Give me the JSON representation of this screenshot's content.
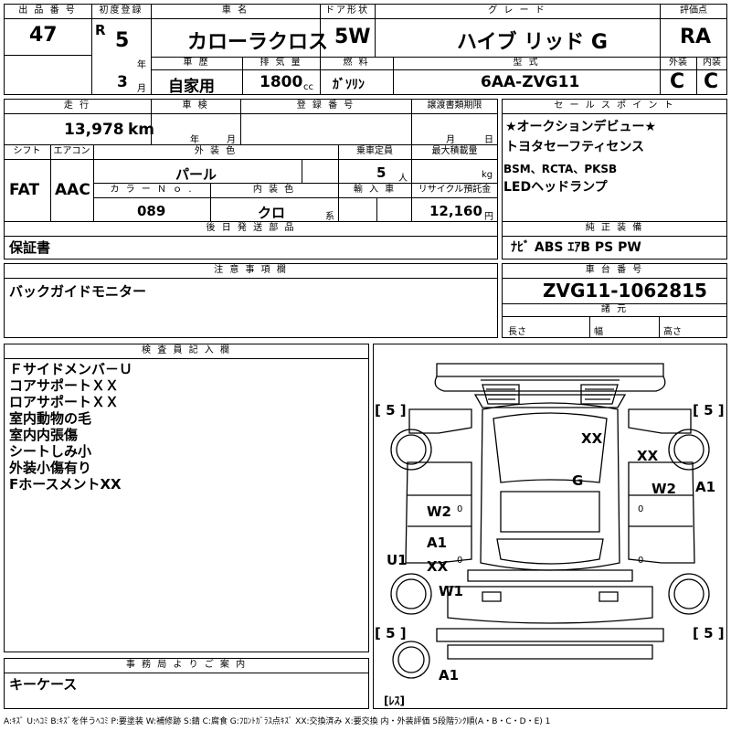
{
  "row1": {
    "lot_no_label": "出 品 番 号",
    "lot_no": "47",
    "first_reg_label": "初度登録",
    "era": "R",
    "reg_year": "5",
    "year_unit": "年",
    "reg_month": "3",
    "month_unit": "月",
    "car_name_label": "車 名",
    "car_name": "カローラクロス",
    "door_label": "ドア形状",
    "door": "5W",
    "grade_label": "グ レ ー ド",
    "grade": "ハイブ リッド G",
    "score_label": "評価点",
    "score": "RA",
    "history_label": "車 歴",
    "history": "自家用",
    "displacement_label": "排 気 量",
    "displacement": "1800",
    "cc_unit": "cc",
    "fuel_label": "燃 料",
    "fuel": "ｶﾞｿﾘﾝ",
    "model_label": "型 式",
    "model": "6AA-ZVG11",
    "exterior_label": "外装",
    "exterior": "C",
    "interior_label": "内装",
    "interior": "C"
  },
  "row2": {
    "mileage_label": "走 行",
    "mileage": "13,978",
    "km_unit": "km",
    "inspection_label": "車 検",
    "insp_year_unit": "年",
    "insp_month_unit": "月",
    "reg_no_label": "登 録 番 号",
    "deadline_label": "譲渡書類期限",
    "deadline_month_unit": "月",
    "deadline_day_unit": "日",
    "shift_label": "シフト",
    "shift": "FAT",
    "ac_label": "エアコン",
    "ac": "AAC",
    "color_label": "外 装 色",
    "color": "パール",
    "capacity_label": "乗車定員",
    "capacity": "5",
    "person_unit": "人",
    "max_load_label": "最大積載量",
    "kg_unit": "kg",
    "color_no_label": "カ ラ ー Ｎ ｏ .",
    "color_no": "089",
    "interior_color_label": "内 装 色",
    "interior_color": "クロ",
    "interior_color_unit": "系",
    "import_label": "輸 入 車",
    "recycle_label": "リサイクル預託金",
    "recycle": "12,160",
    "yen_unit": "円"
  },
  "sales_points": {
    "label": "セ ー ル ス ポ イ ン ト",
    "lines": [
      "★オークションデビュー★",
      "トヨタセーフティセンス",
      "BSM、RCTA、PKSB",
      "LEDヘッドランプ"
    ]
  },
  "later_parts": {
    "label": "後 日 発 送 部 品",
    "value": "保証書"
  },
  "genuine_equipment": {
    "label": "純 正 装 備",
    "value": "ﾅﾋﾞ ABS ｴｱB PS PW"
  },
  "cautions": {
    "label": "注 意 事 項 欄",
    "value": "バックガイドモニター"
  },
  "chassis": {
    "label": "車 台 番 号",
    "value": "ZVG11-1062815"
  },
  "specs": {
    "label": "諸 元",
    "length": "長さ",
    "width": "幅",
    "height": "高さ"
  },
  "inspector": {
    "label": "検 査 員 記 入 欄",
    "lines": [
      "Ｆサイドメンバ－Ｕ",
      "コアサポートＸＸ",
      "ロアサポートＸＸ",
      "室内動物の毛",
      "室内内張傷",
      "シートしみ小",
      "外装小傷有り",
      "FホースメントXX"
    ]
  },
  "diagram": {
    "tires": [
      "[ 5 ]",
      "[ 5 ]",
      "[ 5 ]",
      "[ 5 ]"
    ],
    "marks": {
      "hood": "XX",
      "right_front": "XX",
      "windshield": "G",
      "right_door": "W2",
      "right_rear_fender": "A1",
      "left_door": "W2",
      "left_rear_a": "A1",
      "left_rear_xx": "XX",
      "left_rocker": "U1",
      "left_rear_fender": "W1",
      "rear_bumper": "A1",
      "spare": "[ﾚｽ]",
      "ms": [
        "0",
        "0",
        "0",
        "0"
      ]
    }
  },
  "office": {
    "label": "事 務 局 よ り ご 案 内",
    "value": "キーケース"
  },
  "legend": "A:ｷｽﾞ U:ﾍｺﾐ B:ｷｽﾞを伴うﾍｺﾐ P:要塗装 W:補修跡 S:錆 C:腐食 G:ﾌﾛﾝﾄｶﾞﾗｽ点ｷｽﾞ XX:交換済み X:要交換 内・外装評価 5段階ﾗﾝｸ順(A・B・C・D・E) 1"
}
